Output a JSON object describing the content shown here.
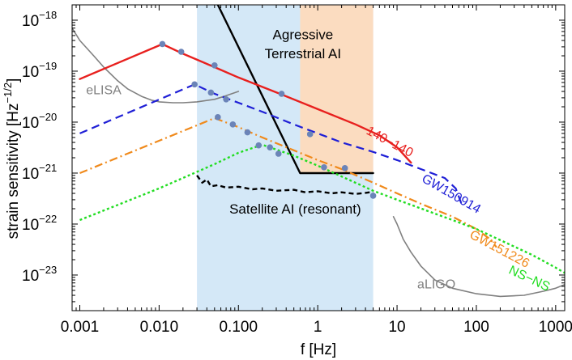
{
  "chart_data": {
    "type": "line",
    "xlabel": "f [Hz]",
    "ylabel_main": "strain sensitivity [Hz",
    "ylabel_exp": "−1/2",
    "ylabel_close": "]",
    "x_scale": "log",
    "y_scale": "log",
    "xlim": [
      0.0008,
      1300
    ],
    "ylim": [
      2e-24,
      2e-18
    ],
    "grid": false,
    "x_ticks": [
      {
        "value": 0.001,
        "label": "0.001"
      },
      {
        "value": 0.01,
        "label": "0.010"
      },
      {
        "value": 0.1,
        "label": "0.100"
      },
      {
        "value": 1,
        "label": "1"
      },
      {
        "value": 10,
        "label": "10"
      },
      {
        "value": 100,
        "label": "100"
      },
      {
        "value": 1000,
        "label": "1000"
      }
    ],
    "y_ticks": [
      {
        "value": 1e-18,
        "mant": "10",
        "exp": "−18"
      },
      {
        "value": 1e-19,
        "mant": "10",
        "exp": "−19"
      },
      {
        "value": 1e-20,
        "mant": "10",
        "exp": "−20"
      },
      {
        "value": 1e-21,
        "mant": "10",
        "exp": "−21"
      },
      {
        "value": 1e-22,
        "mant": "10",
        "exp": "−22"
      },
      {
        "value": 1e-23,
        "mant": "10",
        "exp": "−23"
      }
    ],
    "regions": [
      {
        "name": "satellite-ai-band",
        "x": [
          0.03,
          5
        ],
        "y": [
          2e-24,
          2e-18
        ],
        "color": "#d4e8f7",
        "label": ""
      },
      {
        "name": "terrestrial-ai-band",
        "x": [
          0.6,
          5
        ],
        "y": [
          1e-21,
          2e-18
        ],
        "color": "#fbdcc0",
        "label": ""
      }
    ],
    "text_labels": [
      {
        "name": "terrestrial-ai-label-line1",
        "text": "Agressive",
        "x": 0.65,
        "y": 4.2e-19,
        "anchor": "middle"
      },
      {
        "name": "terrestrial-ai-label-line2",
        "text": "Terrestrial AI",
        "x": 0.65,
        "y": 1.8e-19,
        "anchor": "middle"
      },
      {
        "name": "satellite-ai-label",
        "text": "Satellite AI (resonant)",
        "x": 0.52,
        "y": 1.6e-22,
        "anchor": "middle"
      }
    ],
    "series": [
      {
        "name": "eLISA",
        "color": "#808080",
        "dash": "solid",
        "width": 1.6,
        "label": {
          "text": "eLISA",
          "x": 0.0012,
          "y": 3.5e-20,
          "color": "#808080",
          "rotate": 0
        },
        "points": [
          [
            0.0008,
            7e-19
          ],
          [
            0.001,
            4e-19
          ],
          [
            0.0015,
            2e-19
          ],
          [
            0.002,
            1.2e-19
          ],
          [
            0.003,
            6.5e-20
          ],
          [
            0.004,
            4.5e-20
          ],
          [
            0.006,
            3.2e-20
          ],
          [
            0.008,
            2.7e-20
          ],
          [
            0.01,
            2.5e-20
          ],
          [
            0.015,
            2.4e-20
          ],
          [
            0.02,
            2.4e-20
          ],
          [
            0.03,
            2.5e-20
          ],
          [
            0.05,
            2.8e-20
          ],
          [
            0.07,
            3.3e-20
          ],
          [
            0.1,
            4e-20
          ]
        ]
      },
      {
        "name": "aLIGO",
        "color": "#808080",
        "dash": "solid",
        "width": 1.6,
        "label": {
          "text": "aLIGO",
          "x": 18,
          "y": 5.5e-24,
          "color": "#808080",
          "rotate": 0
        },
        "points": [
          [
            9,
            1.4e-22
          ],
          [
            10,
            1e-22
          ],
          [
            12,
            5e-23
          ],
          [
            15,
            2.8e-23
          ],
          [
            20,
            1.5e-23
          ],
          [
            30,
            8e-24
          ],
          [
            50,
            5.5e-24
          ],
          [
            100,
            4.3e-24
          ],
          [
            200,
            3.8e-24
          ],
          [
            400,
            4e-24
          ],
          [
            700,
            4.8e-24
          ],
          [
            1000,
            5.5e-24
          ],
          [
            1300,
            6.5e-24
          ]
        ]
      },
      {
        "name": "Terrestrial AI",
        "color": "#000000",
        "dash": "solid",
        "width": 2.4,
        "points": [
          [
            0.055,
            2e-18
          ],
          [
            0.6,
            1e-21
          ],
          [
            5,
            1e-21
          ]
        ]
      },
      {
        "name": "Satellite AI (resonant)",
        "color": "#000000",
        "dash": "6,4",
        "width": 2.4,
        "points": [
          [
            0.03,
            9e-22
          ],
          [
            0.035,
            6.5e-22
          ],
          [
            0.04,
            7.5e-22
          ],
          [
            0.045,
            5.5e-22
          ],
          [
            0.055,
            5.8e-22
          ],
          [
            0.07,
            5.2e-22
          ],
          [
            0.1,
            5.4e-22
          ],
          [
            0.15,
            4.8e-22
          ],
          [
            0.2,
            5e-22
          ],
          [
            0.3,
            4.5e-22
          ],
          [
            0.5,
            4.7e-22
          ],
          [
            0.7,
            4.2e-22
          ],
          [
            1,
            4.4e-22
          ],
          [
            1.5,
            4e-22
          ],
          [
            2,
            4.2e-22
          ],
          [
            3,
            3.9e-22
          ],
          [
            4,
            4.1e-22
          ],
          [
            5,
            4.3e-22
          ]
        ]
      },
      {
        "name": "140-140",
        "color": "#e8201e",
        "dash": "solid",
        "width": 2.4,
        "label": {
          "text": "140−140",
          "x": 4,
          "y": 6e-21,
          "color": "#e8201e",
          "rotate": 28
        },
        "points": [
          [
            0.001,
            7e-20
          ],
          [
            0.011,
            3.4e-19
          ],
          [
            0.02,
            2.2e-19
          ],
          [
            0.05,
            1.2e-19
          ],
          [
            0.1,
            7.5e-20
          ],
          [
            0.35,
            3.5e-20
          ],
          [
            1,
            1.8e-20
          ],
          [
            3,
            9e-21
          ],
          [
            6,
            5.5e-21
          ],
          [
            10,
            3.2e-21
          ],
          [
            15,
            1.6e-21
          ]
        ]
      },
      {
        "name": "GW150914",
        "color": "#1f1fd6",
        "dash": "10,6",
        "width": 2.2,
        "label": {
          "text": "GW150914",
          "x": 20,
          "y": 7e-22,
          "color": "#1f1fd6",
          "rotate": 30
        },
        "points": [
          [
            0.001,
            6e-21
          ],
          [
            0.028,
            5.5e-20
          ],
          [
            0.05,
            3.6e-20
          ],
          [
            0.1,
            2.4e-20
          ],
          [
            0.2,
            1.6e-20
          ],
          [
            0.5,
            9e-21
          ],
          [
            1,
            6e-21
          ],
          [
            2,
            4e-21
          ],
          [
            5,
            2.6e-21
          ],
          [
            10,
            1.8e-21
          ],
          [
            20,
            1.2e-21
          ],
          [
            40,
            8e-22
          ],
          [
            55,
            5e-22
          ],
          [
            65,
            2.5e-22
          ]
        ]
      },
      {
        "name": "GW151226",
        "color": "#f08a1c",
        "dash": "10,4,2,4",
        "width": 2.2,
        "label": {
          "text": "GW151226",
          "x": 80,
          "y": 5.5e-23,
          "color": "#f08a1c",
          "rotate": 28
        },
        "points": [
          [
            0.001,
            1e-21
          ],
          [
            0.05,
            1.2e-20
          ],
          [
            0.1,
            8e-21
          ],
          [
            0.2,
            5e-21
          ],
          [
            0.5,
            2.8e-21
          ],
          [
            1,
            1.8e-21
          ],
          [
            2,
            1.2e-21
          ],
          [
            5,
            6.5e-22
          ],
          [
            10,
            4e-22
          ],
          [
            20,
            2.5e-22
          ],
          [
            50,
            1.4e-22
          ],
          [
            100,
            8e-23
          ],
          [
            150,
            5e-23
          ],
          [
            180,
            3.5e-23
          ]
        ]
      },
      {
        "name": "NS-NS",
        "color": "#22dd22",
        "dash": "3,3",
        "width": 2.4,
        "label": {
          "text": "NS−NS",
          "x": 250,
          "y": 1.1e-23,
          "color": "#22dd22",
          "rotate": 25
        },
        "points": [
          [
            0.001,
            1.2e-22
          ],
          [
            0.01,
            5e-22
          ],
          [
            0.05,
            1.5e-21
          ],
          [
            0.1,
            2.5e-21
          ],
          [
            0.2,
            3.6e-21
          ],
          [
            0.5,
            2.2e-21
          ],
          [
            1,
            1.4e-21
          ],
          [
            5,
            4.5e-22
          ],
          [
            10,
            3e-22
          ],
          [
            50,
            1.2e-22
          ],
          [
            100,
            8e-23
          ],
          [
            500,
            2.5e-23
          ],
          [
            1000,
            1.4e-23
          ],
          [
            1300,
            1.1e-23
          ]
        ]
      }
    ],
    "markers": {
      "color": "#6b84b8",
      "points": [
        [
          0.011,
          3.4e-19
        ],
        [
          0.019,
          2.4e-19
        ],
        [
          0.05,
          1.3e-19
        ],
        [
          0.35,
          3.6e-20
        ],
        [
          0.028,
          5.5e-20
        ],
        [
          0.045,
          3.8e-20
        ],
        [
          0.07,
          2.8e-20
        ],
        [
          0.8,
          5.8e-21
        ],
        [
          0.055,
          1.25e-20
        ],
        [
          0.085,
          9e-21
        ],
        [
          0.13,
          6.3e-21
        ],
        [
          0.18,
          3.5e-21
        ],
        [
          0.25,
          3.2e-21
        ],
        [
          0.32,
          2.4e-21
        ],
        [
          1.2,
          1.3e-21
        ],
        [
          2.2,
          1.25e-21
        ],
        [
          5,
          3.6e-22
        ]
      ]
    }
  }
}
